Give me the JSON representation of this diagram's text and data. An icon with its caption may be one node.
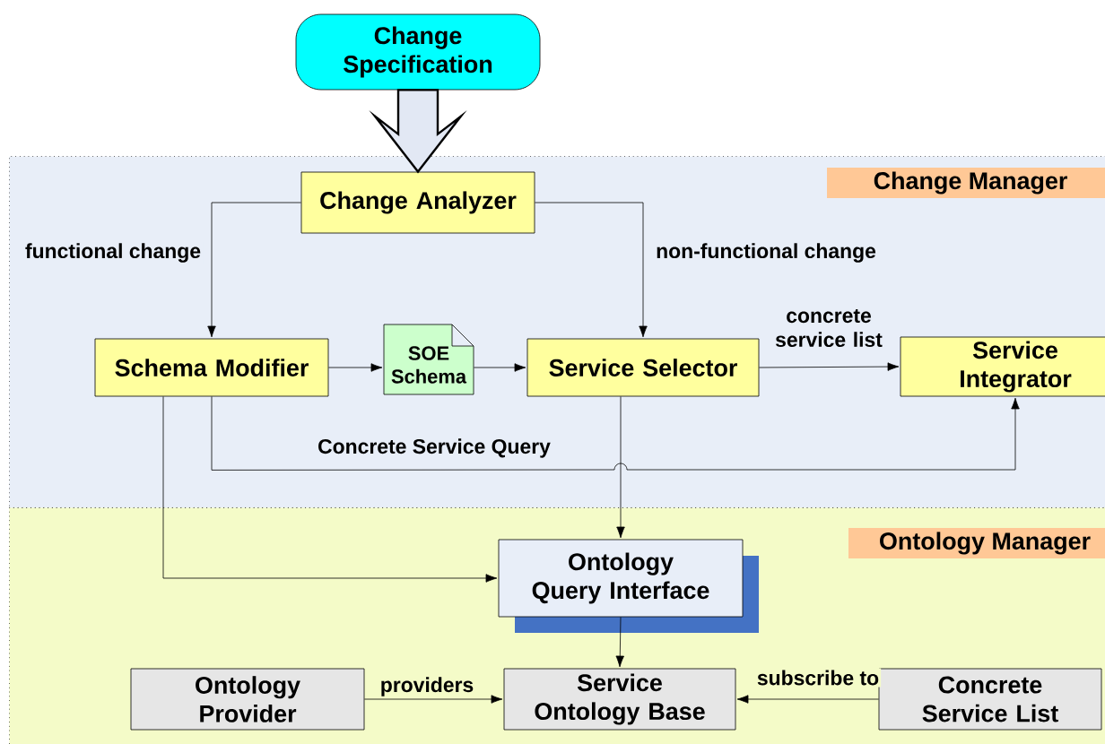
{
  "diagram": {
    "nodes": [
      {
        "text": [
          "Change Specification"
        ]
      },
      {
        "text": [
          "Change Manager"
        ]
      },
      {
        "text": [
          "Change Analyzer"
        ],
        "in": 1
      },
      {
        "text": [
          "Schema Modifier"
        ],
        "in": 1
      },
      {
        "text": [
          "SOE Schema"
        ],
        "in": 1
      },
      {
        "text": [
          "Service Selector"
        ],
        "in": 1
      },
      {
        "text": [
          "Service Integrator"
        ],
        "in": 1
      },
      {
        "text": [
          "Ontology Manager"
        ]
      },
      {
        "text": [
          "Ontology Query Interface"
        ],
        "in": 7
      },
      {
        "text": [
          "Ontology Provider"
        ],
        "in": 7
      },
      {
        "text": [
          "Service Ontology Base"
        ],
        "in": 7
      },
      {
        "text": [
          "Concrete Service List"
        ],
        "in": 7
      }
    ],
    "edges": [
      {
        "from": 0,
        "to": 2,
        "arrow": "to",
        "style": "thick"
      },
      {
        "from": 2,
        "to": 3,
        "arrow": "to",
        "label": "functional change"
      },
      {
        "from": 2,
        "to": 5,
        "arrow": "to",
        "label": "non-functional change"
      },
      {
        "from": 3,
        "to": 4,
        "arrow": "to"
      },
      {
        "from": 4,
        "to": 5,
        "arrow": "to"
      },
      {
        "from": 5,
        "to": 6,
        "arrow": "to",
        "label": "concrete service list"
      },
      {
        "from": 3,
        "to": 6,
        "arrow": "to",
        "label": "Concrete Service Query"
      },
      {
        "from": 5,
        "to": 8,
        "arrow": "to"
      },
      {
        "from": 3,
        "to": 8,
        "arrow": "to"
      },
      {
        "from": 8,
        "to": 10,
        "arrow": "to"
      },
      {
        "from": 9,
        "to": 10,
        "arrow": "to",
        "label": "providers"
      },
      {
        "from": 11,
        "to": 10,
        "arrow": "to",
        "label": "subscribe to"
      }
    ]
  }
}
